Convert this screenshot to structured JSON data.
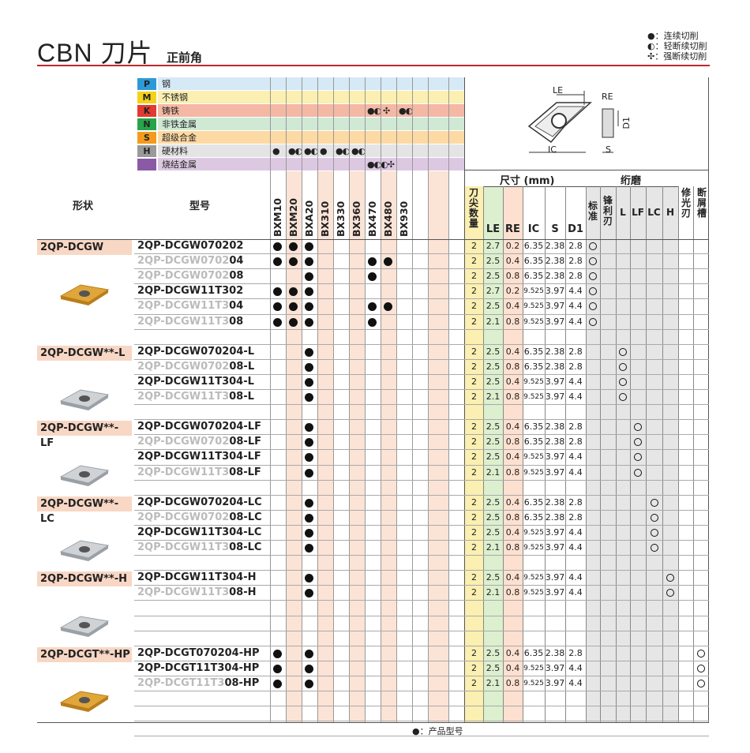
{
  "title": {
    "main": "CBN 刀片",
    "sub": "正前角"
  },
  "legend": [
    {
      "symbol": "●",
      "text": "连续切削"
    },
    {
      "symbol": "◐",
      "text": "轻断续切削"
    },
    {
      "symbol": "✣",
      "text": "强断续切削"
    }
  ],
  "materials": [
    {
      "code": "P",
      "name": "钢",
      "color": "#2b9bd7",
      "row": "#d5e9f6"
    },
    {
      "code": "M",
      "name": "不锈钢",
      "color": "#f5d21a",
      "row": "#fbefb1"
    },
    {
      "code": "K",
      "name": "铸铁",
      "color": "#e23a30",
      "row": "#f4b8a4"
    },
    {
      "code": "N",
      "name": "非铁金属",
      "color": "#27a44b",
      "row": "#cfe9d5"
    },
    {
      "code": "S",
      "name": "超级合金",
      "color": "#f39b1c",
      "row": "#fdd9a3"
    },
    {
      "code": "H",
      "name": "硬材料",
      "color": "#9a9a9a",
      "row": "#e4e4e4"
    },
    {
      "code": "",
      "name": "烧结金属",
      "color": "#8b5aa6",
      "row": "#ddc8e2"
    }
  ],
  "material_symbols": {
    "K": [
      {
        "col": 6,
        "s": "●◐"
      },
      {
        "col": 7,
        "s": "✣"
      },
      {
        "col": 8,
        "s": "●◐"
      }
    ],
    "H": [
      {
        "col": 0,
        "s": "●"
      },
      {
        "col": 1,
        "s": "●◐"
      },
      {
        "col": 2,
        "s": "●◐"
      },
      {
        "col": 3,
        "s": "●"
      },
      {
        "col": 4,
        "s": "●◐"
      },
      {
        "col": 5,
        "s": "●◐"
      }
    ],
    "sinter": [
      {
        "col": 6,
        "s": "●◐◐✣"
      }
    ]
  },
  "grades": [
    "BXM10",
    "BXM20",
    "BXA20",
    "BX310",
    "BX330",
    "BX360",
    "BX470",
    "BX480",
    "BX930"
  ],
  "headers": {
    "shape": "形状",
    "model": "型号",
    "dims": "尺寸 (mm)",
    "honing": "绗磨",
    "tip": "刀尖数量",
    "le": "LE",
    "re": "RE",
    "ic": "IC",
    "s": "S",
    "d1": "D1",
    "std": "标准",
    "sharp": "锋利刃",
    "l": "L",
    "lf": "LF",
    "lc": "LC",
    "h": "H",
    "wiper": "修光刃",
    "breaker": "断屑槽"
  },
  "diagram": {
    "le": "LE",
    "re": "RE",
    "d1": "D1",
    "ic": "IC",
    "s": "S"
  },
  "groups": [
    {
      "name": "2QP-DCGW",
      "color": "gold",
      "rows": [
        {
          "pre": "",
          "suf": "2QP-DCGW070202",
          "g": [
            1,
            1,
            1,
            0,
            0,
            0,
            0,
            0,
            0
          ],
          "tip": "2",
          "le": "2.7",
          "re": "0.2",
          "ic": "6.35",
          "s": "2.38",
          "d1": "2.8",
          "h": 0
        },
        {
          "pre": "2QP-DCGW0702",
          "suf": "04",
          "g": [
            1,
            1,
            1,
            0,
            0,
            0,
            1,
            1,
            0
          ],
          "tip": "2",
          "le": "2.5",
          "re": "0.4",
          "ic": "6.35",
          "s": "2.38",
          "d1": "2.8",
          "h": 0
        },
        {
          "pre": "2QP-DCGW0702",
          "suf": "08",
          "g": [
            0,
            0,
            1,
            0,
            0,
            0,
            1,
            0,
            0
          ],
          "tip": "2",
          "le": "2.5",
          "re": "0.8",
          "ic": "6.35",
          "s": "2.38",
          "d1": "2.8",
          "h": 0
        },
        {
          "pre": "",
          "suf": "2QP-DCGW11T302",
          "g": [
            1,
            1,
            1,
            0,
            0,
            0,
            0,
            0,
            0
          ],
          "tip": "2",
          "le": "2.7",
          "re": "0.2",
          "ic": "9.525",
          "s": "3.97",
          "d1": "4.4",
          "h": 0
        },
        {
          "pre": "2QP-DCGW11T3",
          "suf": "04",
          "g": [
            1,
            1,
            1,
            0,
            0,
            0,
            1,
            1,
            0
          ],
          "tip": "2",
          "le": "2.5",
          "re": "0.4",
          "ic": "9.525",
          "s": "3.97",
          "d1": "4.4",
          "h": 0
        },
        {
          "pre": "2QP-DCGW11T3",
          "suf": "08",
          "g": [
            1,
            1,
            1,
            0,
            0,
            0,
            1,
            0,
            0
          ],
          "tip": "2",
          "le": "2.1",
          "re": "0.8",
          "ic": "9.525",
          "s": "3.97",
          "d1": "4.4",
          "h": 0
        }
      ]
    },
    {
      "name": "2QP-DCGW**-L",
      "color": "silver",
      "rows": [
        {
          "pre": "",
          "suf": "2QP-DCGW070204-L",
          "g": [
            0,
            0,
            1,
            0,
            0,
            0,
            0,
            0,
            0
          ],
          "tip": "2",
          "le": "2.5",
          "re": "0.4",
          "ic": "6.35",
          "s": "2.38",
          "d1": "2.8",
          "h": 2
        },
        {
          "pre": "2QP-DCGW0702",
          "suf": "08-L",
          "g": [
            0,
            0,
            1,
            0,
            0,
            0,
            0,
            0,
            0
          ],
          "tip": "2",
          "le": "2.5",
          "re": "0.8",
          "ic": "6.35",
          "s": "2.38",
          "d1": "2.8",
          "h": 2
        },
        {
          "pre": "",
          "suf": "2QP-DCGW11T304-L",
          "g": [
            0,
            0,
            1,
            0,
            0,
            0,
            0,
            0,
            0
          ],
          "tip": "2",
          "le": "2.5",
          "re": "0.4",
          "ic": "9.525",
          "s": "3.97",
          "d1": "4.4",
          "h": 2
        },
        {
          "pre": "2QP-DCGW11T3",
          "suf": "08-L",
          "g": [
            0,
            0,
            1,
            0,
            0,
            0,
            0,
            0,
            0
          ],
          "tip": "2",
          "le": "2.1",
          "re": "0.8",
          "ic": "9.525",
          "s": "3.97",
          "d1": "4.4",
          "h": 2
        }
      ]
    },
    {
      "name": "2QP-DCGW**-LF",
      "color": "silver",
      "rows": [
        {
          "pre": "",
          "suf": "2QP-DCGW070204-LF",
          "g": [
            0,
            0,
            1,
            0,
            0,
            0,
            0,
            0,
            0
          ],
          "tip": "2",
          "le": "2.5",
          "re": "0.4",
          "ic": "6.35",
          "s": "2.38",
          "d1": "2.8",
          "h": 3
        },
        {
          "pre": "2QP-DCGW0702",
          "suf": "08-LF",
          "g": [
            0,
            0,
            1,
            0,
            0,
            0,
            0,
            0,
            0
          ],
          "tip": "2",
          "le": "2.5",
          "re": "0.8",
          "ic": "6.35",
          "s": "2.38",
          "d1": "2.8",
          "h": 3
        },
        {
          "pre": "",
          "suf": "2QP-DCGW11T304-LF",
          "g": [
            0,
            0,
            1,
            0,
            0,
            0,
            0,
            0,
            0
          ],
          "tip": "2",
          "le": "2.5",
          "re": "0.4",
          "ic": "9.525",
          "s": "3.97",
          "d1": "4.4",
          "h": 3
        },
        {
          "pre": "2QP-DCGW11T3",
          "suf": "08-LF",
          "g": [
            0,
            0,
            1,
            0,
            0,
            0,
            0,
            0,
            0
          ],
          "tip": "2",
          "le": "2.1",
          "re": "0.8",
          "ic": "9.525",
          "s": "3.97",
          "d1": "4.4",
          "h": 3
        }
      ]
    },
    {
      "name": "2QP-DCGW**-LC",
      "color": "silver",
      "rows": [
        {
          "pre": "",
          "suf": "2QP-DCGW070204-LC",
          "g": [
            0,
            0,
            1,
            0,
            0,
            0,
            0,
            0,
            0
          ],
          "tip": "2",
          "le": "2.5",
          "re": "0.4",
          "ic": "6.35",
          "s": "2.38",
          "d1": "2.8",
          "h": 4
        },
        {
          "pre": "2QP-DCGW0702",
          "suf": "08-LC",
          "g": [
            0,
            0,
            1,
            0,
            0,
            0,
            0,
            0,
            0
          ],
          "tip": "2",
          "le": "2.5",
          "re": "0.8",
          "ic": "6.35",
          "s": "2.38",
          "d1": "2.8",
          "h": 4
        },
        {
          "pre": "",
          "suf": "2QP-DCGW11T304-LC",
          "g": [
            0,
            0,
            1,
            0,
            0,
            0,
            0,
            0,
            0
          ],
          "tip": "2",
          "le": "2.5",
          "re": "0.4",
          "ic": "9.525",
          "s": "3.97",
          "d1": "4.4",
          "h": 4
        },
        {
          "pre": "2QP-DCGW11T3",
          "suf": "08-LC",
          "g": [
            0,
            0,
            1,
            0,
            0,
            0,
            0,
            0,
            0
          ],
          "tip": "2",
          "le": "2.1",
          "re": "0.8",
          "ic": "9.525",
          "s": "3.97",
          "d1": "4.4",
          "h": 4
        }
      ]
    },
    {
      "name": "2QP-DCGW**-H",
      "color": "silver",
      "rows": [
        {
          "pre": "",
          "suf": "2QP-DCGW11T304-H",
          "g": [
            0,
            0,
            1,
            0,
            0,
            0,
            0,
            0,
            0
          ],
          "tip": "2",
          "le": "2.5",
          "re": "0.4",
          "ic": "9.525",
          "s": "3.97",
          "d1": "4.4",
          "h": 5
        },
        {
          "pre": "2QP-DCGW11T3",
          "suf": "08-H",
          "g": [
            0,
            0,
            1,
            0,
            0,
            0,
            0,
            0,
            0
          ],
          "tip": "2",
          "le": "2.1",
          "re": "0.8",
          "ic": "9.525",
          "s": "3.97",
          "d1": "4.4",
          "h": 5
        }
      ]
    },
    {
      "name": "2QP-DCGT**-HP",
      "color": "gold",
      "rows": [
        {
          "pre": "",
          "suf": "2QP-DCGT070204-HP",
          "g": [
            1,
            0,
            1,
            0,
            0,
            0,
            0,
            0,
            0
          ],
          "tip": "2",
          "le": "2.5",
          "re": "0.4",
          "ic": "6.35",
          "s": "2.38",
          "d1": "2.8",
          "h": 7
        },
        {
          "pre": "",
          "suf": "2QP-DCGT11T304-HP",
          "g": [
            1,
            0,
            1,
            0,
            0,
            0,
            0,
            0,
            0
          ],
          "tip": "2",
          "le": "2.5",
          "re": "0.4",
          "ic": "9.525",
          "s": "3.97",
          "d1": "4.4",
          "h": 7
        },
        {
          "pre": "2QP-DCGT11T3",
          "suf": "08-HP",
          "g": [
            1,
            0,
            1,
            0,
            0,
            0,
            0,
            0,
            0
          ],
          "tip": "2",
          "le": "2.1",
          "re": "0.8",
          "ic": "9.525",
          "s": "3.97",
          "d1": "4.4",
          "h": 7
        }
      ]
    }
  ],
  "footer": "●：产品型号"
}
